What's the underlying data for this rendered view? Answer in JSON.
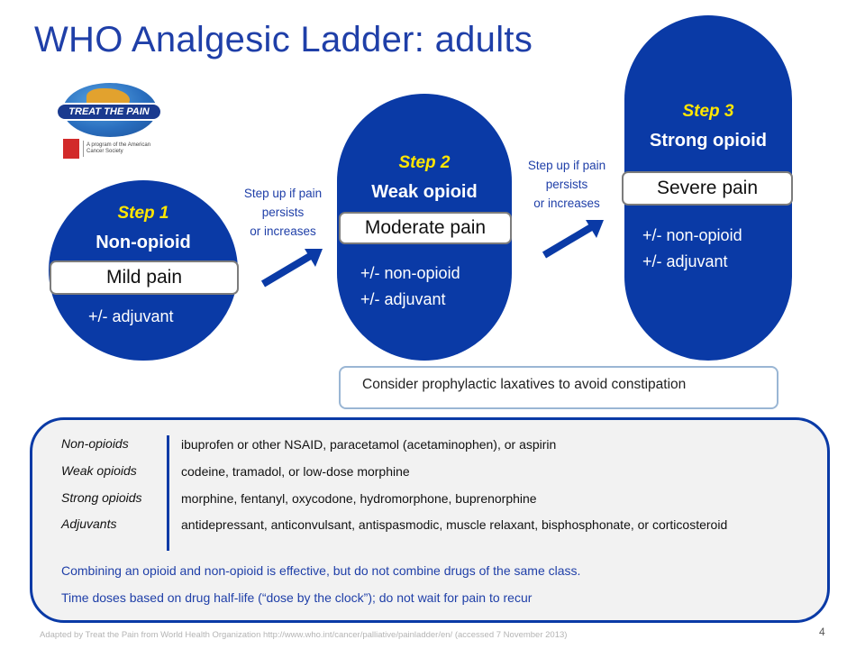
{
  "title": "WHO Analgesic Ladder: adults",
  "logo": {
    "band_text": "TREAT THE PAIN",
    "acs_text": "A program of the American Cancer Society"
  },
  "steps": [
    {
      "label": "Step 1",
      "name": "Non-opioid",
      "pain": "Mild pain",
      "lines": [
        "+/- adjuvant"
      ]
    },
    {
      "label": "Step 2",
      "name": "Weak opioid",
      "pain": "Moderate pain",
      "lines": [
        "+/- non-opioid",
        "+/- adjuvant"
      ]
    },
    {
      "label": "Step 3",
      "name": "Strong opioid",
      "pain": "Severe pain",
      "lines": [
        "+/- non-opioid",
        "+/- adjuvant"
      ]
    }
  ],
  "step_up": {
    "line1": "Step up if pain",
    "line2": "persists",
    "line3": "or increases"
  },
  "laxative_note": "Consider prophylactic laxatives to avoid constipation",
  "definitions": [
    {
      "term": "Non-opioids",
      "desc": "ibuprofen or other NSAID, paracetamol (acetaminophen), or aspirin"
    },
    {
      "term": "Weak opioids",
      "desc": "codeine, tramadol, or low-dose morphine"
    },
    {
      "term": "Strong opioids",
      "desc": "morphine, fentanyl, oxycodone, hydromorphone, buprenorphine"
    },
    {
      "term": "Adjuvants",
      "desc": "antidepressant, anticonvulsant, antispasmodic, muscle relaxant, bisphosphonate, or corticosteroid"
    }
  ],
  "notes": [
    "Combining an opioid and non-opioid is effective, but do not combine drugs of the same class.",
    "Time doses based on drug half-life (“dose by the clock”); do not wait for pain to recur"
  ],
  "footer": "Adapted by Treat the Pain from World Health Organization http://www.who.int/cancer/palliative/painladder/en/   (accessed 7 November 2013)",
  "page_number": "4",
  "colors": {
    "shape_blue": "#0a3aa6",
    "title_blue": "#1f3fa8",
    "step_label_yellow": "#ffe600"
  }
}
